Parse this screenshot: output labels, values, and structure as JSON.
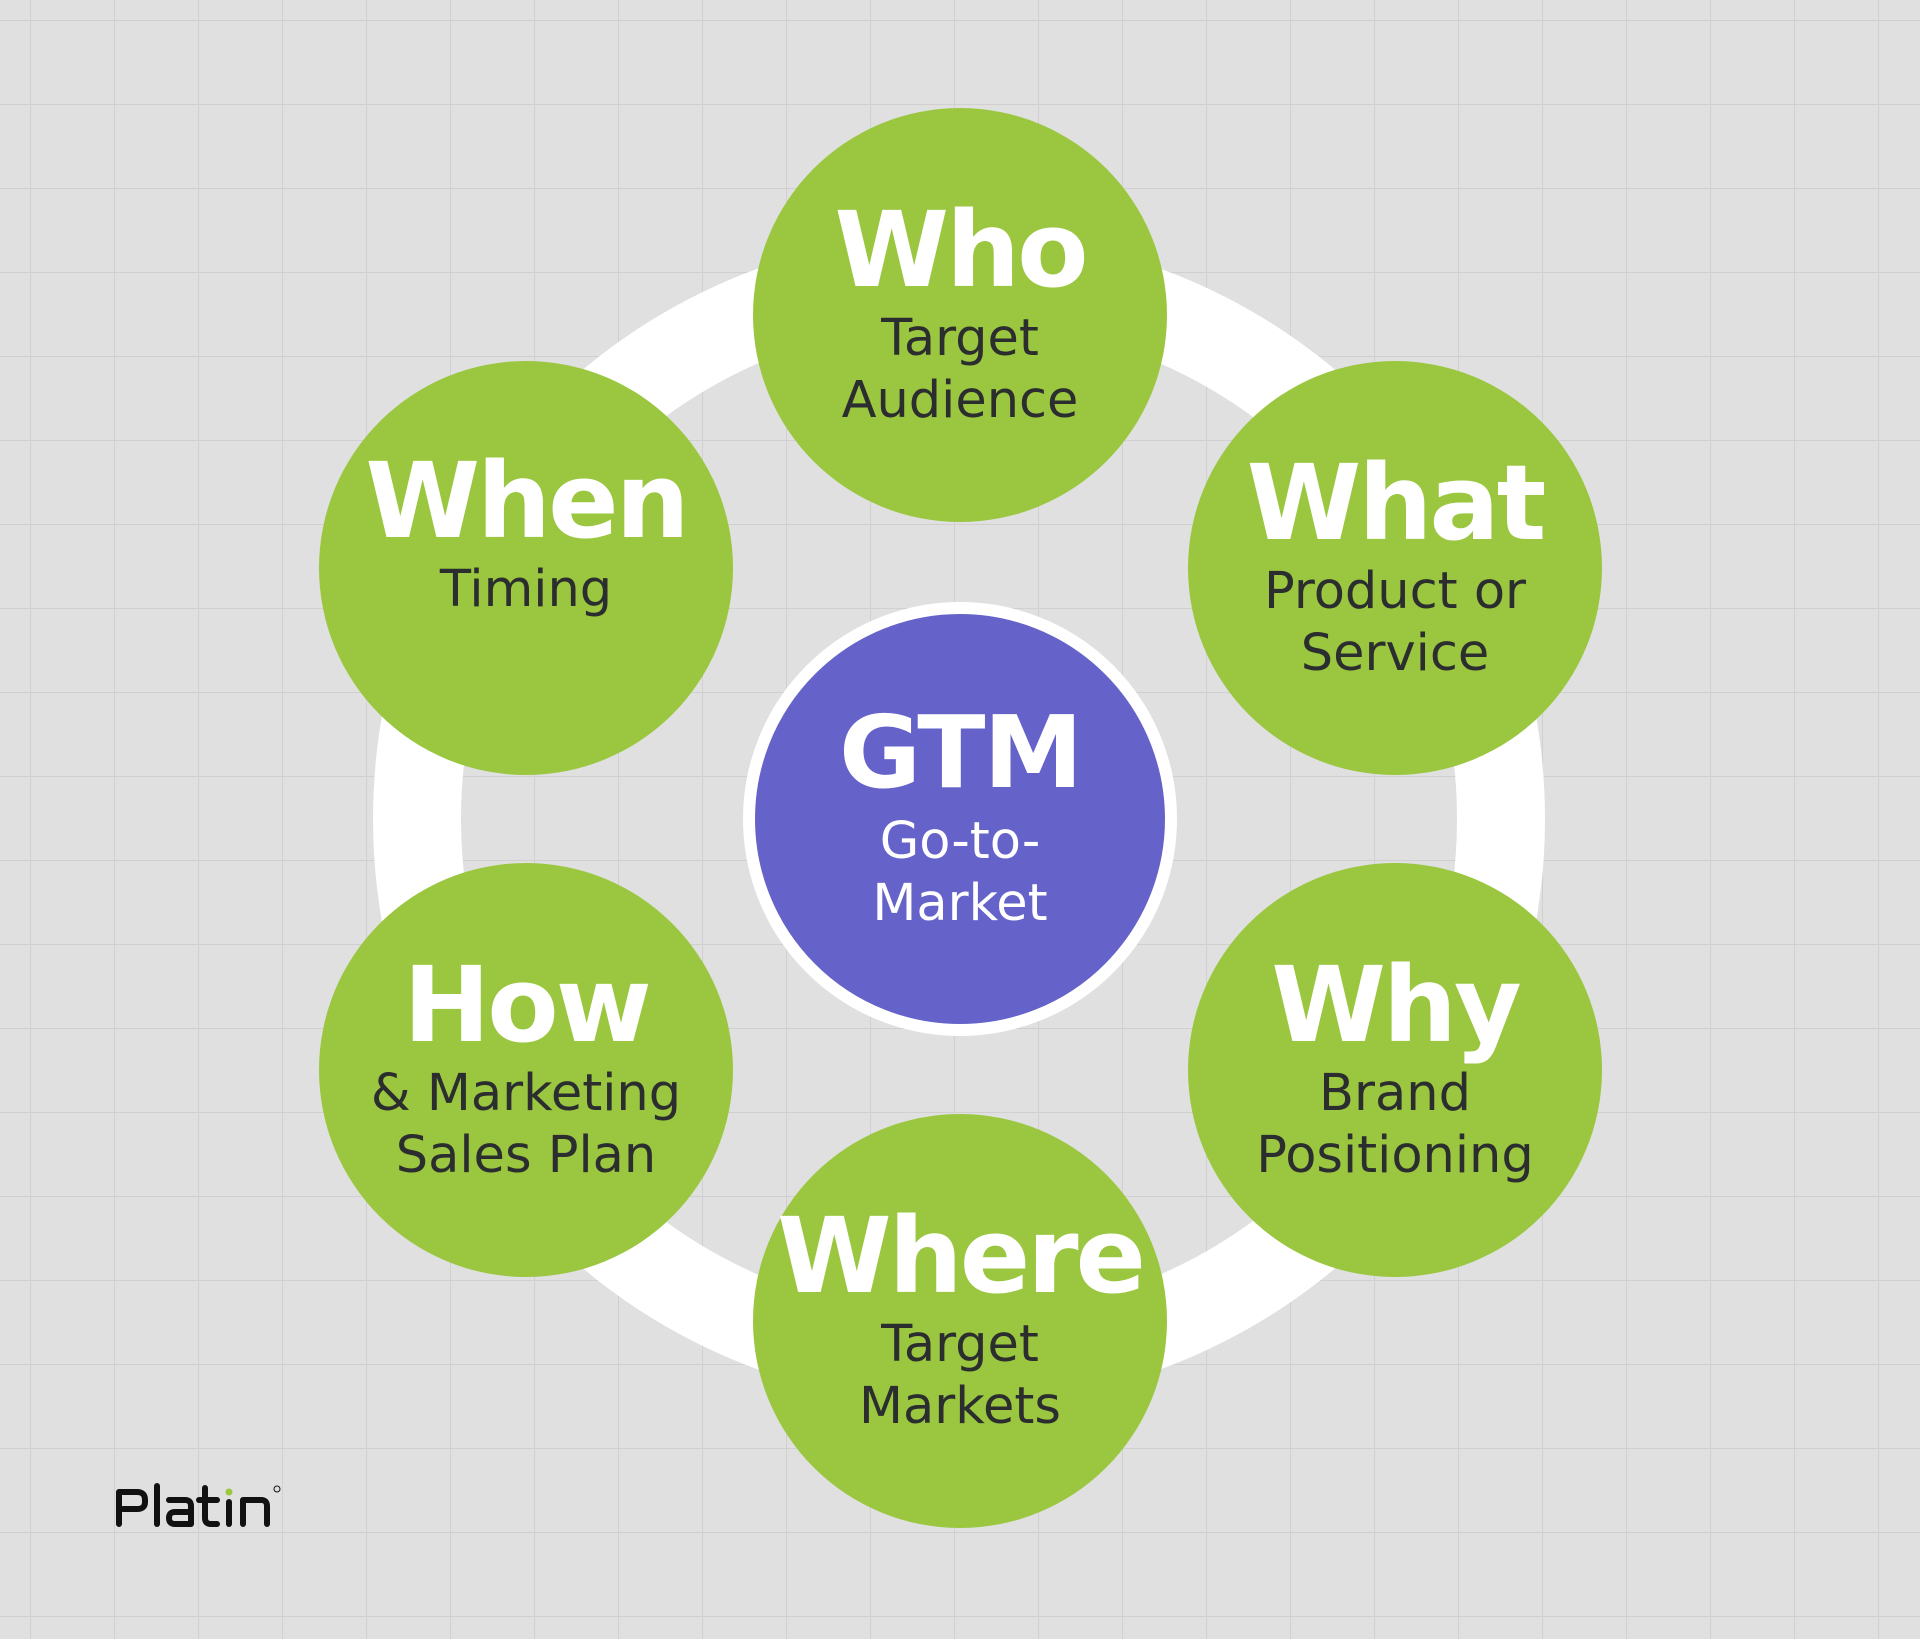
{
  "diagram": {
    "center": {
      "title": "GTM",
      "subtitle_line1": "Go-to-",
      "subtitle_line2": "Market"
    },
    "nodes": [
      {
        "title": "Who",
        "line1": "Target",
        "line2": "Audience"
      },
      {
        "title": "What",
        "line1": "Product or",
        "line2": "Service"
      },
      {
        "title": "Why",
        "line1": "Brand",
        "line2": "Positioning"
      },
      {
        "title": "Where",
        "line1": "Target",
        "line2": "Markets"
      },
      {
        "title": "How",
        "line1": "& Marketing",
        "line2": "Sales Plan"
      },
      {
        "title": "When",
        "line1": "Timing",
        "line2": ""
      }
    ],
    "colors": {
      "node_fill": "#9ac73f",
      "center_fill": "#6563c9",
      "ring": "#ffffff",
      "subtext": "#2b2d2f",
      "background": "#e0e0e0"
    }
  },
  "brand": {
    "logo_text": "Platin"
  }
}
